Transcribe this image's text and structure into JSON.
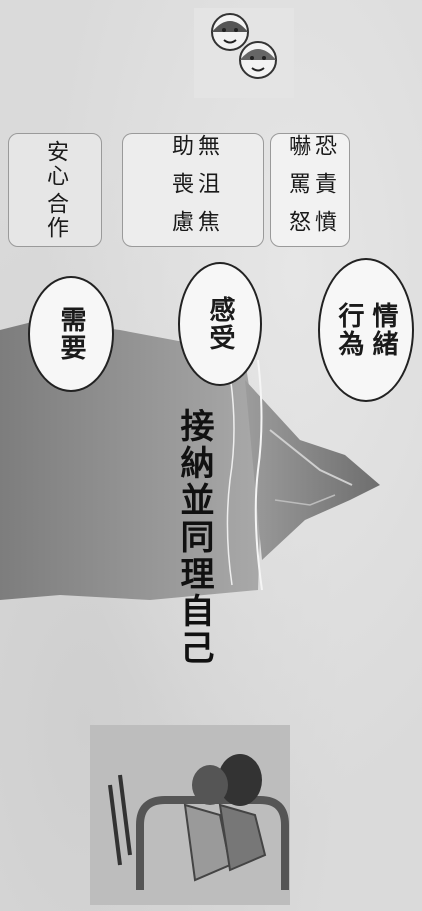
{
  "boxes": {
    "box1": [
      "憤怒",
      "責罵",
      "恐嚇"
    ],
    "box2": [
      "焦慮",
      "沮喪",
      "無助"
    ],
    "box3": [
      "合作",
      "安心"
    ]
  },
  "ovals": {
    "behavior": [
      "情緒",
      "行為"
    ],
    "feeling": "感受",
    "need": "需要"
  },
  "title": "接納並同理自己",
  "colors": {
    "background": "#dadada",
    "iceberg_top": "#9a9a9a",
    "iceberg_base": "#7c7c7c",
    "oval_border": "#222222"
  },
  "icons": [
    "children-illustration",
    "hugging-people-illustration",
    "iceberg-illustration"
  ]
}
